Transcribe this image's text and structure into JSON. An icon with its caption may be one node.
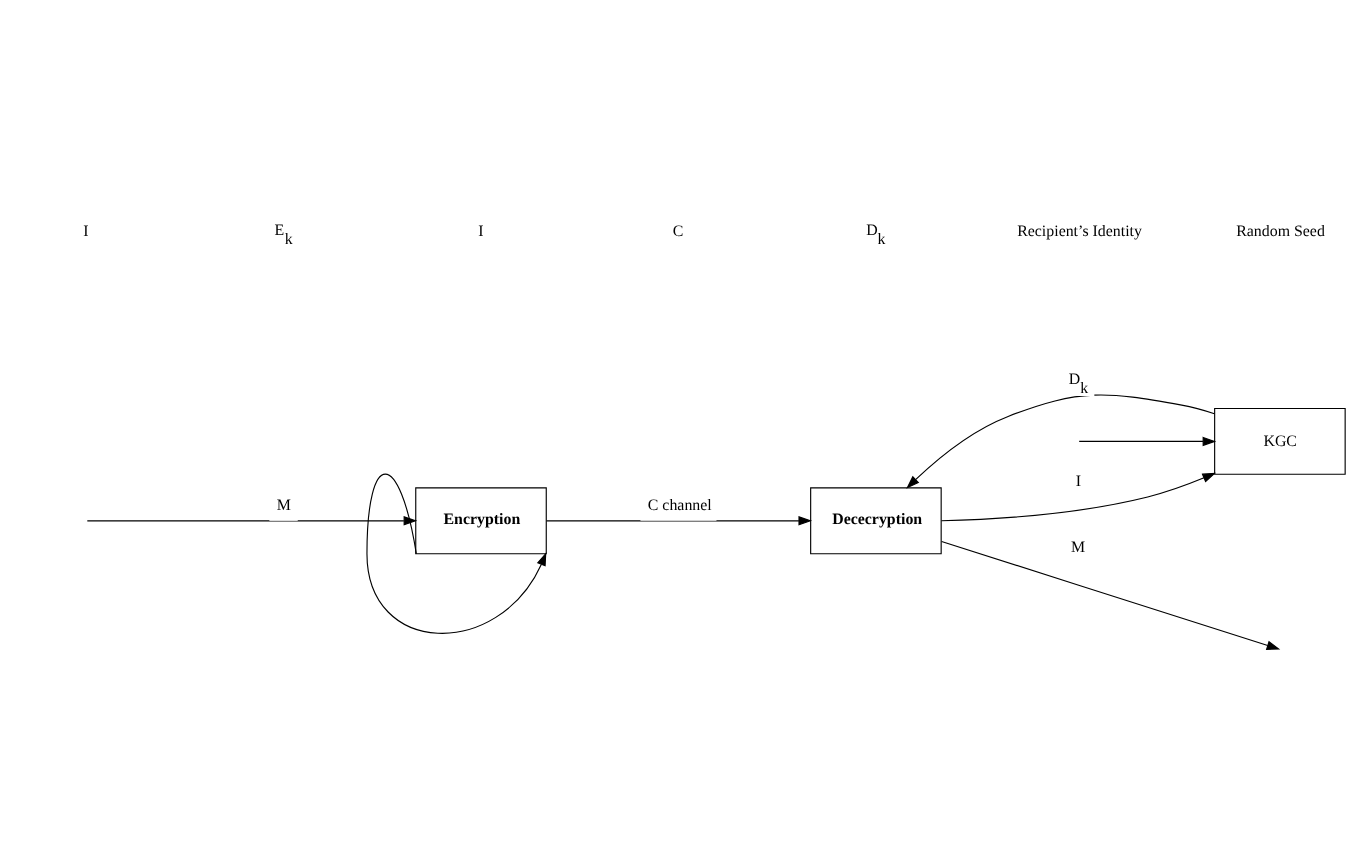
{
  "diagram": {
    "nodes": [
      {
        "text": [
          "Encryption"
        ]
      },
      {
        "text": [
          "Dececryption"
        ]
      },
      {
        "text": [
          "KGC"
        ]
      }
    ],
    "edges": [
      {
        "from": null,
        "to": 0,
        "arrow": "to",
        "label": "M"
      },
      {
        "from": 0,
        "to": 1,
        "arrow": "to",
        "label": "C channel"
      },
      {
        "from": 0,
        "to": 0,
        "arrow": "to"
      },
      {
        "from": 1,
        "to": null,
        "arrow": "to",
        "label": "M"
      },
      {
        "from": 1,
        "to": 2,
        "arrow": "to",
        "label": "I"
      },
      {
        "from": 2,
        "to": 1,
        "arrow": "to",
        "label": "D$_{k}$"
      },
      {
        "from": null,
        "to": 2,
        "arrow": "to"
      }
    ],
    "labels": [
      "I",
      "E$_{k}$",
      "I",
      "C",
      "D$_{k}$",
      "Recipient’s Identity",
      "Random Seed"
    ]
  }
}
